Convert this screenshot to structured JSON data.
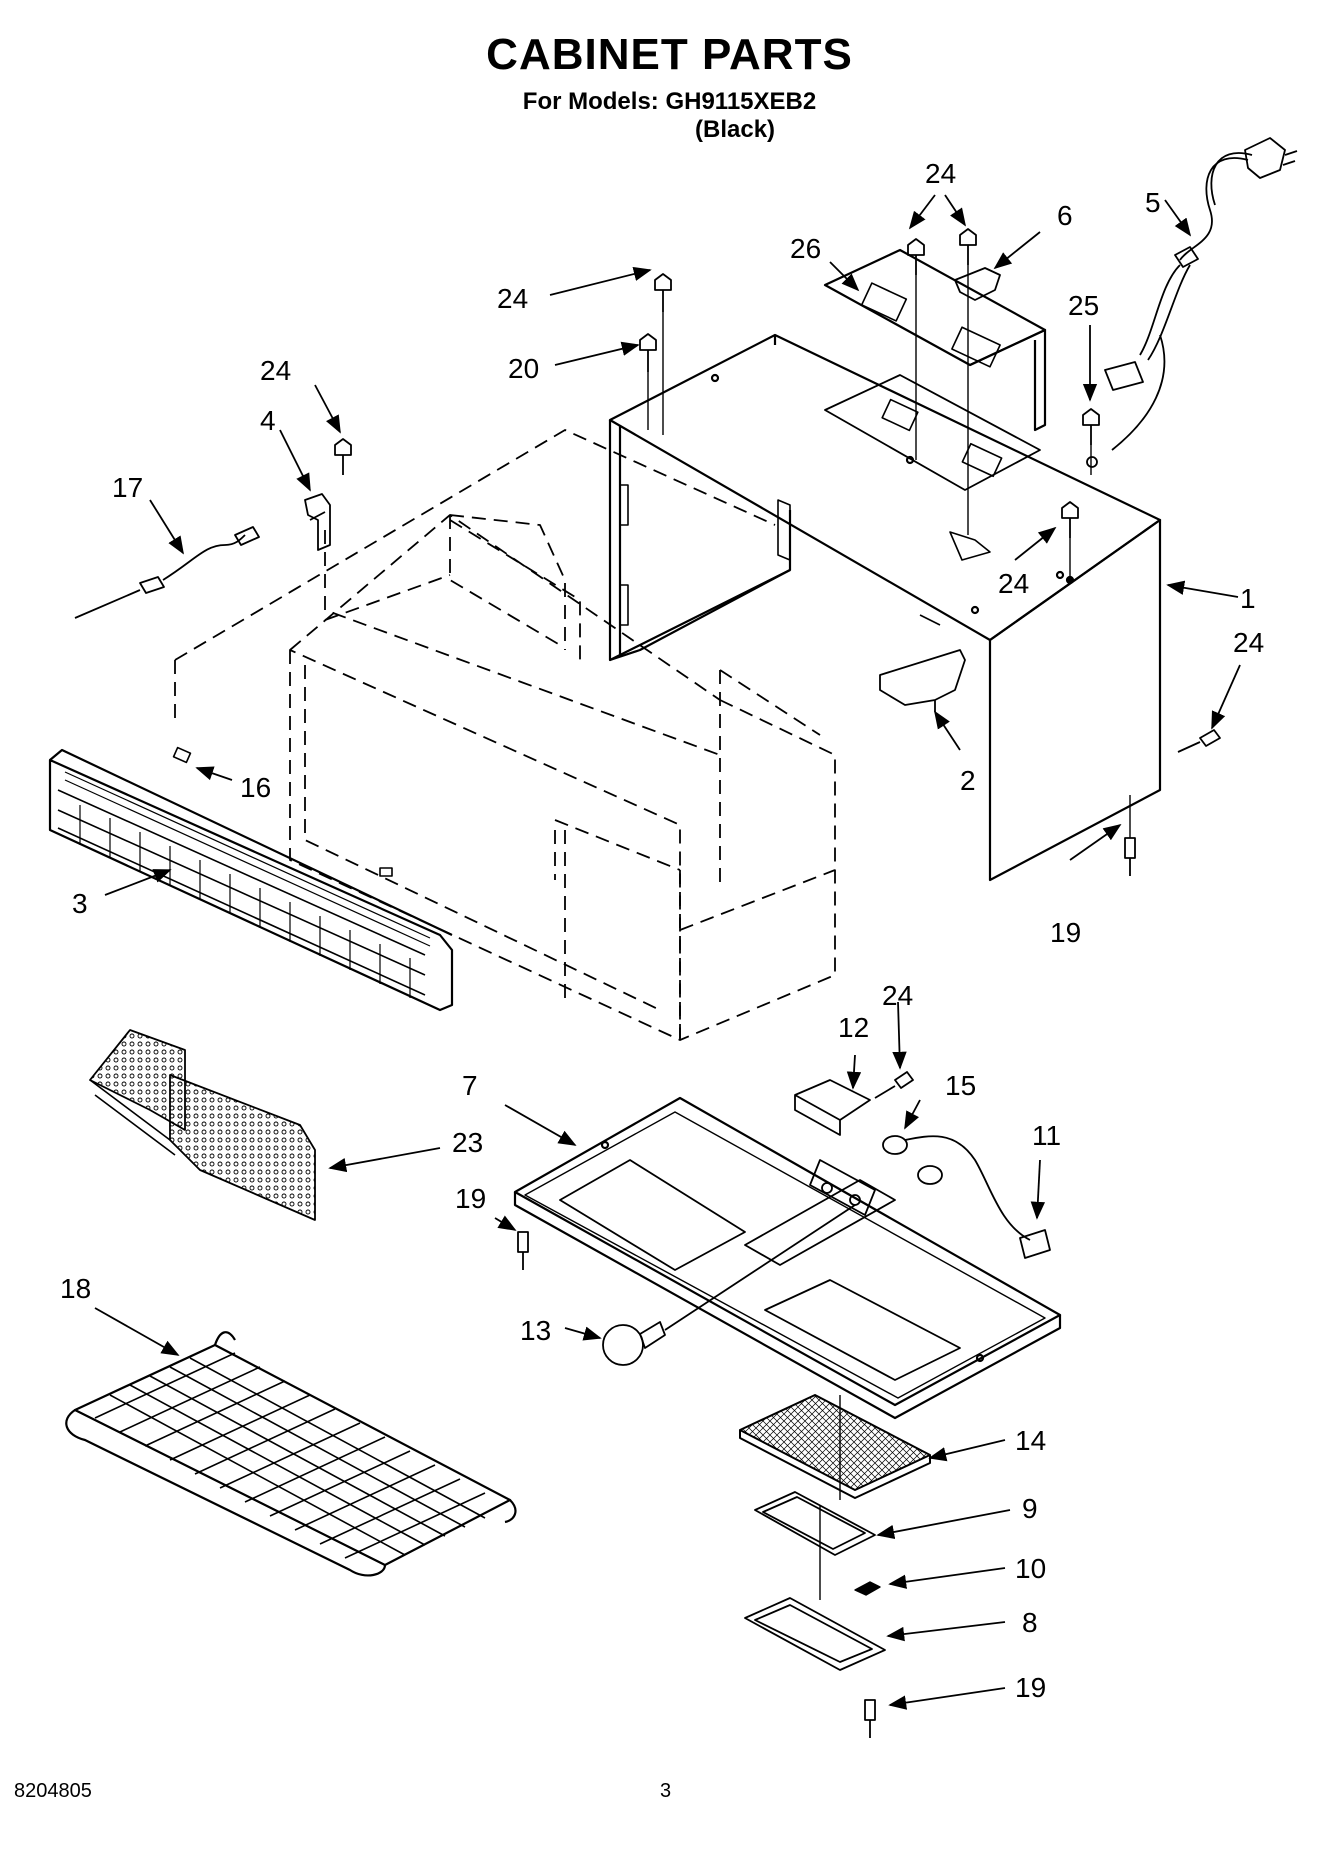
{
  "header": {
    "title": "CABINET PARTS",
    "models_line": "For Models: GH9115XEB2",
    "finish": "(Black)"
  },
  "footer": {
    "doc_number": "8204805",
    "page_number": "3"
  },
  "callouts": {
    "c24_top": "24",
    "c6": "6",
    "c5": "5",
    "c26": "26",
    "c25": "25",
    "c24_a": "24",
    "c20": "20",
    "c24_b": "24",
    "c4": "4",
    "c17": "17",
    "c24_c": "24",
    "c1": "1",
    "c24_d": "24",
    "c2": "2",
    "c16": "16",
    "c3": "3",
    "c19_a": "19",
    "c12": "12",
    "c24_e": "24",
    "c15": "15",
    "c7": "7",
    "c11": "11",
    "c23": "23",
    "c19_b": "19",
    "c18": "18",
    "c13": "13",
    "c14": "14",
    "c9": "9",
    "c10": "10",
    "c8": "8",
    "c19_c": "19"
  }
}
